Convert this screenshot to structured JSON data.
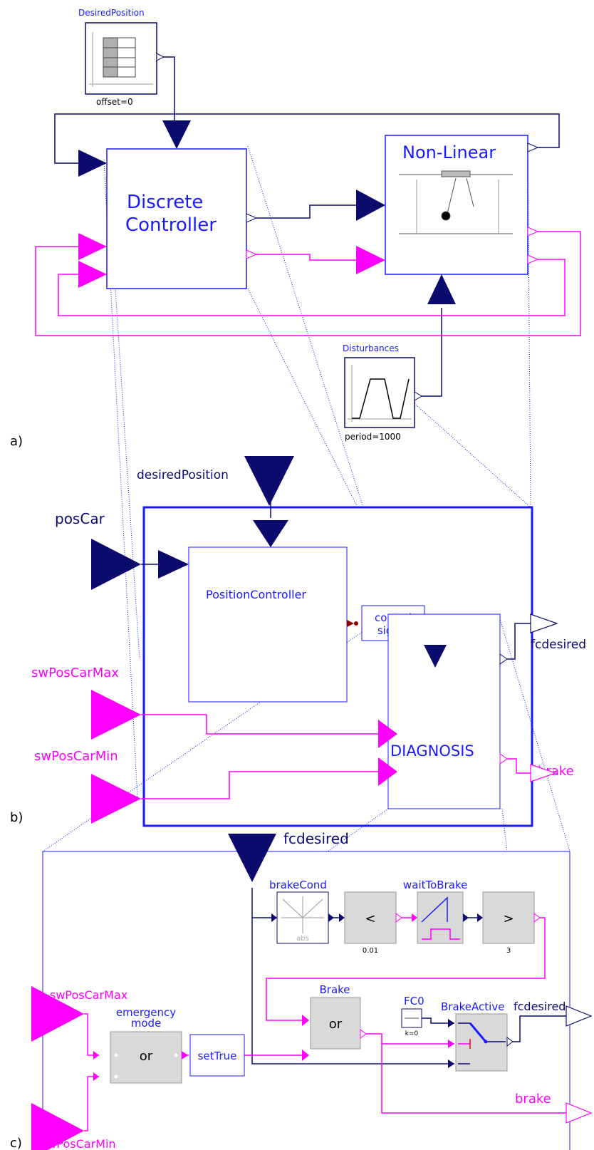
{
  "colors": {
    "navy": "#0b0b6e",
    "blue": "#1a1aff",
    "magenta": "#ff00ff",
    "gray": "#d9d9d9",
    "black": "#000000"
  },
  "panel_a": {
    "section_label": "a)",
    "desired_position": {
      "title": "DesiredPosition",
      "param": "offset=0"
    },
    "controller": {
      "line1": "Discrete",
      "line2": "Controller"
    },
    "plant": {
      "title": "Non-Linear"
    },
    "disturbances": {
      "title": "Disturbances",
      "param": "period=1000"
    }
  },
  "panel_b": {
    "section_label": "b)",
    "desired_position": "desiredPosition",
    "pos_car": "posCar",
    "sw_max": "swPosCarMax",
    "sw_min": "swPosCarMin",
    "position_controller": "PositionController",
    "control_signal": {
      "line1": "control",
      "line2": "signal"
    },
    "diagnosis": "DIAGNOSIS",
    "fc_out": "fcdesired",
    "brake_out": "brake"
  },
  "panel_c": {
    "section_label": "c)",
    "fc_in": "fcdesired",
    "sw_max": "swPosCarMax",
    "sw_min": "swPosCarMin",
    "brake_cond": {
      "title": "brakeCond",
      "inner": "abs"
    },
    "less": {
      "symbol": "<",
      "param": "0.01"
    },
    "wait_to_brake": {
      "title": "waitToBrake"
    },
    "greater": {
      "symbol": ">",
      "param": "3"
    },
    "emergency": {
      "line1": "emergency",
      "line2": "mode",
      "symbol": "or"
    },
    "set_true": "setTrue",
    "brake_or": {
      "title": "Brake",
      "symbol": "or"
    },
    "fc0": {
      "title": "FC0",
      "param": "k=0"
    },
    "brake_active": "BrakeActive",
    "fc_out": "fcdesired",
    "brake_out": "brake"
  }
}
